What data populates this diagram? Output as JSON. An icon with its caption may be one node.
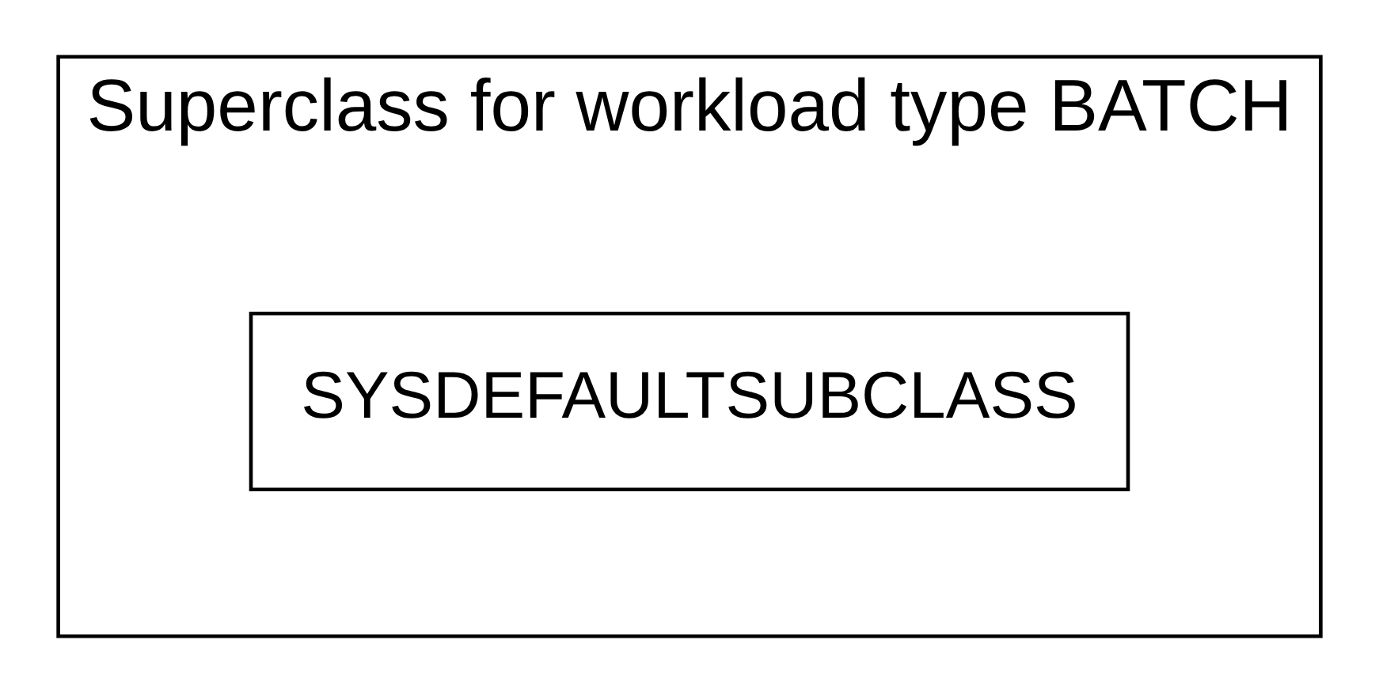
{
  "diagram": {
    "nodes": [
      {
        "text": [
          "Superclass for workload type BATCH"
        ]
      },
      {
        "text": [
          "SYSDEFAULTSUBCLASS"
        ],
        "in": 0
      }
    ],
    "edges": []
  }
}
